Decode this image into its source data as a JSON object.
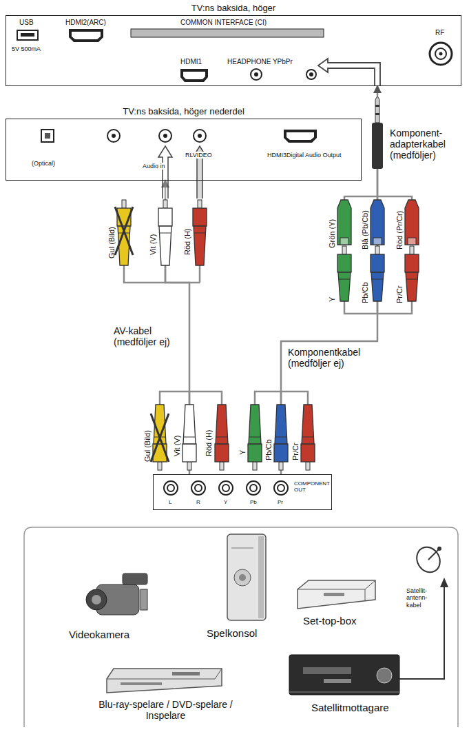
{
  "diagram": {
    "nodes": [
      {
        "text": [
          "TV:ns baksida, höger"
        ]
      },
      {
        "text": [
          "TV:ns baksida, höger nederdel"
        ]
      },
      {
        "text": [
          "COMPONENT OUT"
        ]
      }
    ],
    "edges": [
      {
        "from": 2,
        "to": 1,
        "arrow": "to",
        "label": "AV-kabel (medföljer ej)"
      },
      {
        "from": 2,
        "to": 0,
        "arrow": "to",
        "label": "Komponentkabel (medföljer ej)"
      }
    ],
    "labels": [
      "USB",
      "HDMI2(ARC)",
      "5V 500mA",
      "COMMON INTERFACE (CI)",
      "HDMI1",
      "HEADPHONE YPbPr",
      "RF",
      "(Optical)",
      "Audio in",
      "RLVIDEO",
      "HDMI3Digital Audio Output",
      "Komponent-adapterkabel (medföljer)",
      "Gul (Bild)",
      "Vit (V)",
      "Röd (H)",
      "Grön (Y)",
      "Blå (Pb/Cb)",
      "Röd (Pr/Cr)",
      "Y",
      "Pb/Cb",
      "Pr/Cr",
      "Gul (Bild)",
      "Vit (V)",
      "Röd (H)",
      "Y",
      "Pb/Cb",
      "Pr/Cr",
      "L",
      "R",
      "Y",
      "Pb",
      "Pr",
      "Videokamera",
      "Spelkonsol",
      "Set-top-box",
      "Satellit-antenn-kabel",
      "Blu-ray-spelare / DVD-spelare / Inspelare",
      "Satellitmottagare"
    ]
  }
}
